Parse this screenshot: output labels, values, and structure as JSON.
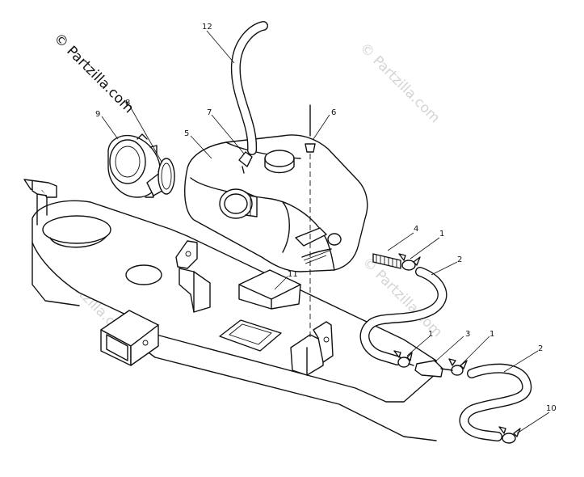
{
  "watermark": {
    "primary": "© Partzilla.com",
    "faded": "© Partzilla.com"
  },
  "callouts": [
    {
      "key": "c12",
      "label": "12"
    },
    {
      "key": "c9",
      "label": "9"
    },
    {
      "key": "c8",
      "label": "8"
    },
    {
      "key": "c7",
      "label": "7"
    },
    {
      "key": "c5",
      "label": "5"
    },
    {
      "key": "c6",
      "label": "6"
    },
    {
      "key": "c4",
      "label": "4"
    },
    {
      "key": "c1a",
      "label": "1"
    },
    {
      "key": "c2a",
      "label": "2"
    },
    {
      "key": "c11",
      "label": "11"
    },
    {
      "key": "c1b",
      "label": "1"
    },
    {
      "key": "c3",
      "label": "3"
    },
    {
      "key": "c1c",
      "label": "1"
    },
    {
      "key": "c2b",
      "label": "2"
    },
    {
      "key": "c10",
      "label": "10"
    }
  ]
}
